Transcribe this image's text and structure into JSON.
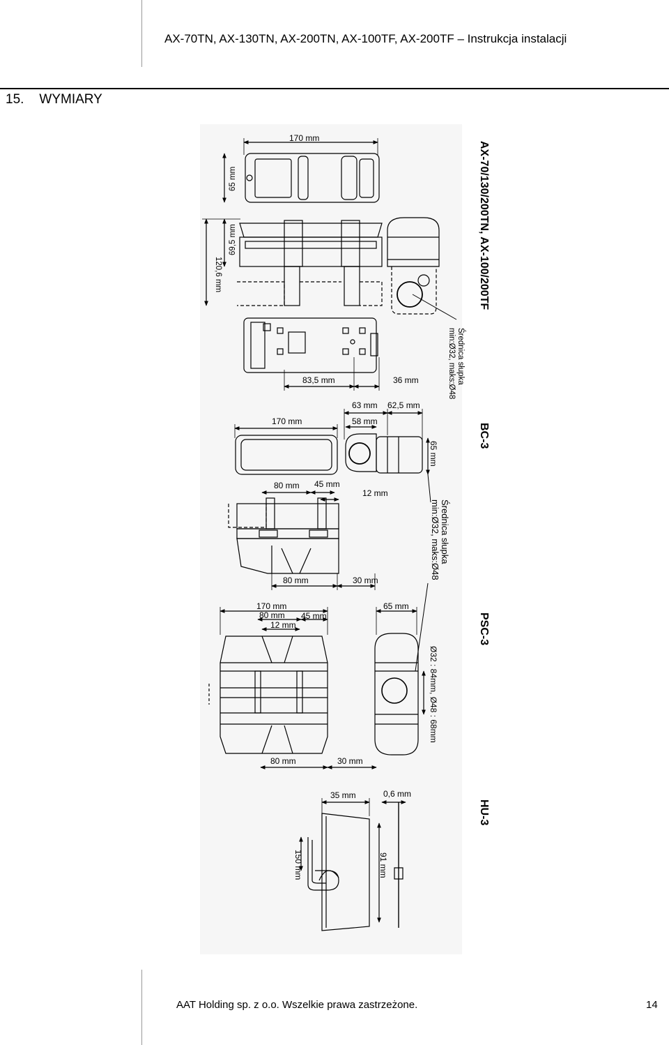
{
  "header": {
    "title": "AX-70TN, AX-130TN, AX-200TN, AX-100TF, AX-200TF – Instrukcja instalacji"
  },
  "section": {
    "number": "15.",
    "title": "WYMIARY"
  },
  "drawing": {
    "ax": {
      "name": "AX-70/130/200TN, AX-100/200TF",
      "dim_width_top": "170 mm",
      "dim_depth": "65 mm",
      "dim_height_body": "69,5 mm",
      "dim_height_total": "120,6 mm",
      "dim_hole_spacing": "83,5 mm",
      "dim_offset": "36 mm",
      "pole_note_line1": "Średnica słupka",
      "pole_note_line2": "min:Ø32, maks:Ø48"
    },
    "bc3": {
      "name": "BC-3",
      "dim_width": "170 mm",
      "dim_63": "63 mm",
      "dim_58": "58 mm",
      "dim_625": "62,5 mm",
      "dim_65": "65 mm",
      "dim_80_top": "80 mm",
      "dim_45": "45 mm",
      "dim_12": "12 mm",
      "dim_80_bottom": "80 mm",
      "dim_30": "30 mm",
      "pole_note_line1": "Średnica słupka",
      "pole_note_line2": "min:Ø32, maks:Ø48"
    },
    "psc3": {
      "name": "PSC-3",
      "dim_170": "170 mm",
      "dim_80_top": "80 mm",
      "dim_45": "45 mm",
      "dim_12": "12 mm",
      "dim_65": "65 mm",
      "dim_80_bottom": "80 mm",
      "dim_30": "30 mm",
      "pole_note": "Ø32 : 84mm, Ø48 : 68mm"
    },
    "hu3": {
      "name": "HU-3",
      "dim_35": "35 mm",
      "dim_06": "0,6 mm",
      "dim_150": "150 mm",
      "dim_91": "91 mm"
    }
  },
  "footer": {
    "text": "AAT Holding sp. z o.o. Wszelkie prawa zastrzeżone.",
    "page": "14"
  }
}
